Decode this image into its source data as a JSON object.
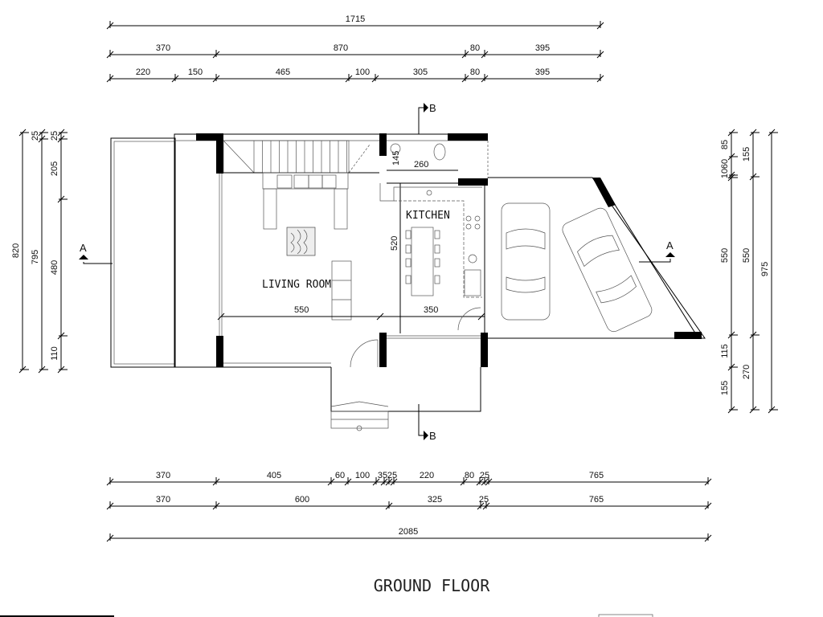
{
  "title": "GROUND FLOOR",
  "rooms": {
    "living": "LIVING ROOM",
    "kitchen": "KITCHEN"
  },
  "sections": {
    "a_left": "A",
    "a_right": "A",
    "b_top": "B",
    "b_bottom": "B"
  },
  "interior_dimensions": {
    "stair_gap": "145",
    "wc_width": "260",
    "kitchen_depth": "520",
    "living_width": "550",
    "kitchen_width": "350"
  },
  "dimensions": {
    "top": [
      [
        "1715"
      ],
      [
        "370",
        "870",
        "80",
        "395"
      ],
      [
        "220",
        "150",
        "465",
        "100",
        "305",
        "80",
        "395"
      ]
    ],
    "bottom": [
      [
        "370",
        "405",
        "60",
        "100",
        "35",
        "25",
        "220",
        "80",
        "25",
        "765"
      ],
      [
        "370",
        "600",
        "325",
        "25",
        "765"
      ],
      [
        "2085"
      ]
    ],
    "left": [
      [
        "820"
      ],
      [
        "25",
        "795"
      ],
      [
        "25",
        "205",
        "480",
        "110"
      ]
    ],
    "right": [
      [
        "85",
        "10",
        "60",
        "550",
        "115",
        "155"
      ],
      [
        "155",
        "550",
        "270"
      ],
      [
        "975"
      ]
    ]
  }
}
